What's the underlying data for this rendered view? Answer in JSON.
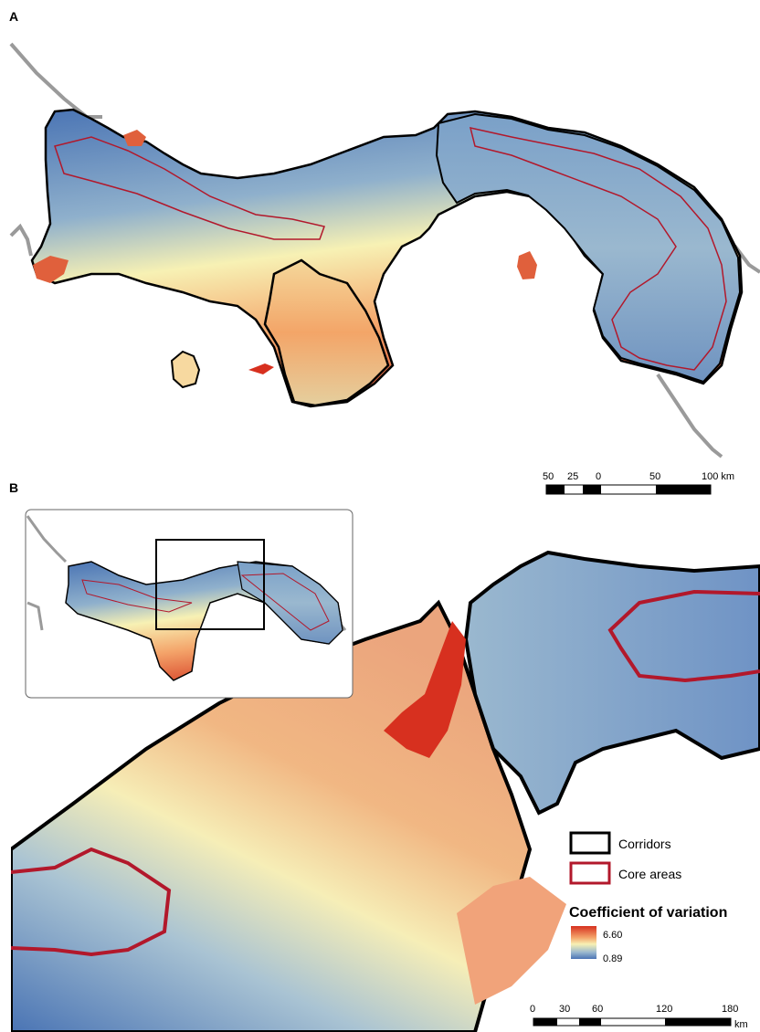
{
  "panels": {
    "a_label": "A",
    "b_label": "B"
  },
  "scale_a": {
    "ticks": [
      "50",
      "25",
      "0",
      "50",
      "100 km"
    ]
  },
  "scale_b": {
    "ticks": [
      "0",
      "30",
      "60",
      "120",
      "180"
    ],
    "unit": "km"
  },
  "legend": {
    "corridors": "Corridors",
    "core_areas": "Core areas",
    "title": "Coefficient of variation",
    "max_value": "6.60",
    "min_value": "0.89"
  },
  "colors": {
    "corridor_outline": "#000000",
    "core_area_outline": "#b2182b",
    "coast": "#9a9a9a",
    "ramp_high": "#d7301f",
    "ramp_mid": "#f7f1b4",
    "ramp_low": "#4a74b4"
  }
}
